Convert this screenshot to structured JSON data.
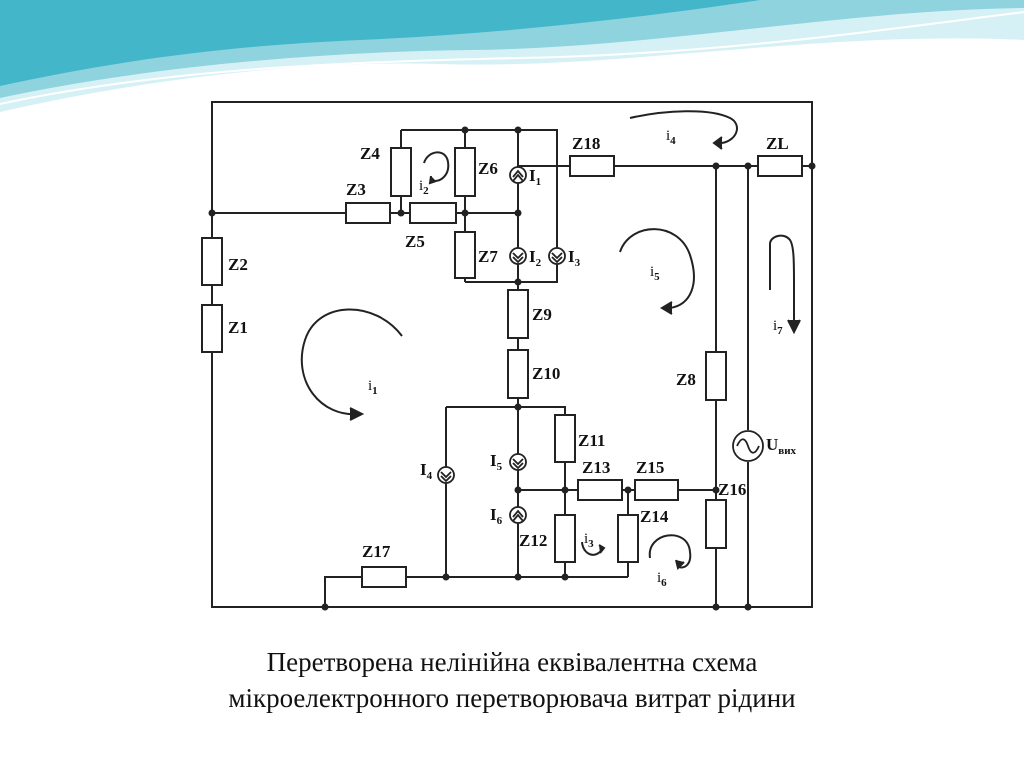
{
  "slide": {
    "caption_line_1": "Перетворена нелінійна еквівалентна схема",
    "caption_line_2": "мікроелектронного перетворювача витрат рідини",
    "colors": {
      "header_wave_light": "#d6f1f5",
      "header_wave_mid": "#8fd3de",
      "header_wave_dark": "#43b6c9",
      "line": "#222222"
    }
  },
  "diagram": {
    "impedances": {
      "z1": "Z1",
      "z2": "Z2",
      "z3": "Z3",
      "z4": "Z4",
      "z5": "Z5",
      "z6": "Z6",
      "z7": "Z7",
      "z8": "Z8",
      "z9": "Z9",
      "z10": "Z10",
      "z11": "Z11",
      "z12": "Z12",
      "z13": "Z13",
      "z14": "Z14",
      "z15": "Z15",
      "z16": "Z16",
      "z17": "Z17",
      "z18": "Z18",
      "zl": "ZL"
    },
    "sources": {
      "I1": {
        "letter": "I",
        "sub": "1"
      },
      "I2": {
        "letter": "I",
        "sub": "2"
      },
      "I3": {
        "letter": "I",
        "sub": "3"
      },
      "I4": {
        "letter": "I",
        "sub": "4"
      },
      "I5": {
        "letter": "I",
        "sub": "5"
      },
      "I6": {
        "letter": "I",
        "sub": "6"
      },
      "uout": {
        "letter": "U",
        "sub": "вих"
      }
    },
    "loop_currents": {
      "i1": {
        "letter": "i",
        "sub": "1"
      },
      "i2": {
        "letter": "i",
        "sub": "2"
      },
      "i3": {
        "letter": "i",
        "sub": "3"
      },
      "i4": {
        "letter": "i",
        "sub": "4"
      },
      "i5": {
        "letter": "i",
        "sub": "5"
      },
      "i6": {
        "letter": "i",
        "sub": "6"
      },
      "i7": {
        "letter": "i",
        "sub": "7"
      }
    }
  }
}
